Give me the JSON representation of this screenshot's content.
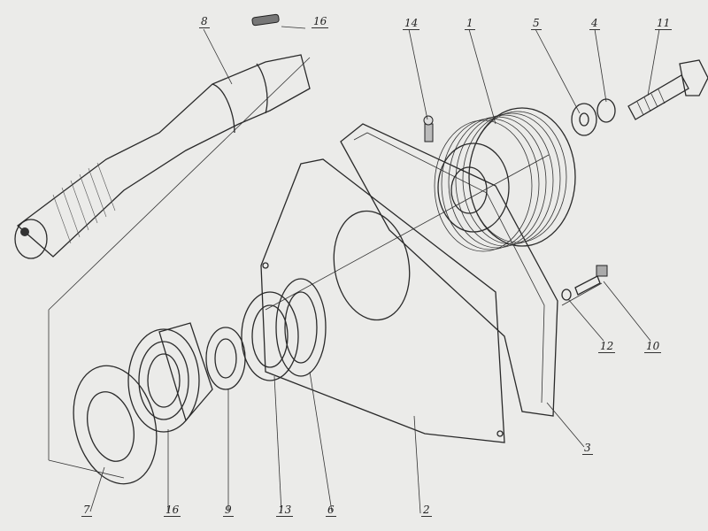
{
  "drawing": {
    "callouts": [
      {
        "id": "shaft",
        "text": "8"
      },
      {
        "id": "key-top",
        "text": "16"
      },
      {
        "id": "grease-fitting",
        "text": "14"
      },
      {
        "id": "pulley",
        "text": "1"
      },
      {
        "id": "washer",
        "text": "5"
      },
      {
        "id": "lock-washer",
        "text": "4"
      },
      {
        "id": "bolt",
        "text": "11"
      },
      {
        "id": "small-bolt",
        "text": "10"
      },
      {
        "id": "spring-washer",
        "text": "12"
      },
      {
        "id": "gasket-housing",
        "text": "3"
      },
      {
        "id": "cover-plate",
        "text": "2"
      },
      {
        "id": "oil-seal-ring",
        "text": "6"
      },
      {
        "id": "bearing-outer",
        "text": "13"
      },
      {
        "id": "spacer",
        "text": "9"
      },
      {
        "id": "ball-bearing",
        "text": "16"
      },
      {
        "id": "end-cap",
        "text": "7"
      }
    ]
  }
}
